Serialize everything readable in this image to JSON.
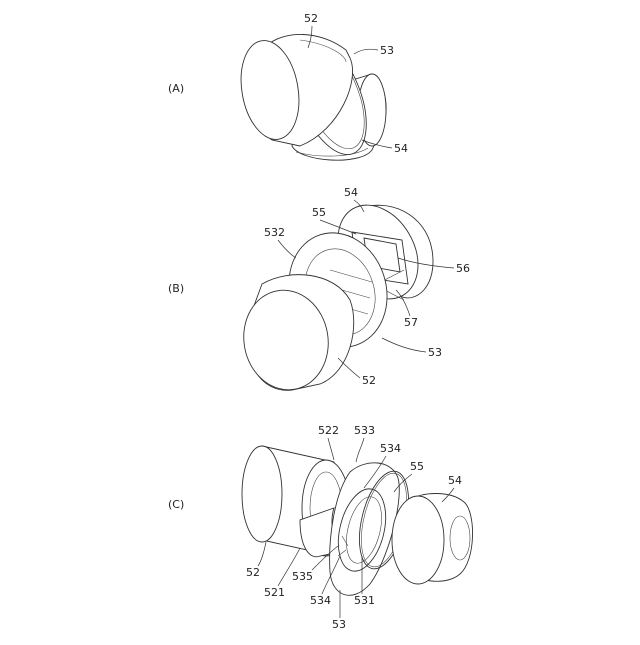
{
  "panels": [
    {
      "key": "a",
      "label": "(A)",
      "refs": {
        "r52": "52",
        "r53": "53",
        "r54": "54"
      }
    },
    {
      "key": "b",
      "label": "(B)",
      "refs": {
        "r54": "54",
        "r55": "55",
        "r532": "532",
        "r56": "56",
        "r57": "57",
        "r53": "53",
        "r52": "52"
      }
    },
    {
      "key": "c",
      "label": "(C)",
      "refs": {
        "r522": "522",
        "r533": "533",
        "r534a": "534",
        "r55": "55",
        "r54": "54",
        "r52": "52",
        "r521": "521",
        "r535": "535",
        "r534b": "534",
        "r531": "531",
        "r53": "53"
      }
    }
  ]
}
